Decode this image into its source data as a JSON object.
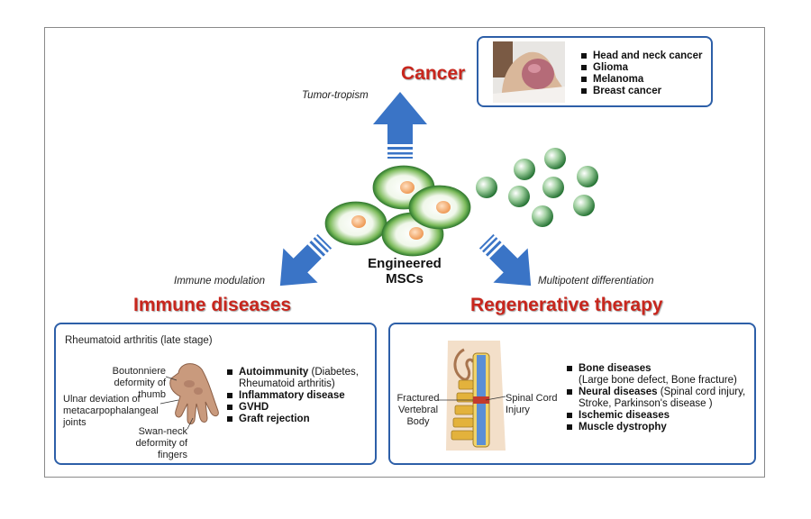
{
  "center": {
    "line1": "Engineered",
    "line2": "MSCs"
  },
  "cancer": {
    "title": "Cancer",
    "pathway": "Tumor-tropism",
    "items": [
      "Head and neck cancer",
      "Glioma",
      "Melanoma",
      "Breast cancer"
    ]
  },
  "immune": {
    "title": "Immune diseases",
    "pathway": "Immune modulation",
    "figure_title": "Rheumatoid arthritis (late stage)",
    "annotations": {
      "boutonniere": "Boutonniere deformity of thumb",
      "ulnar": "Ulnar deviation of metacarpophalangeal joints",
      "swan": "Swan-neck deformity of fingers"
    },
    "items": [
      {
        "bold": "Autoimmunity",
        "rest": " (Diabetes,",
        "rest2": "Rheumatoid arthritis)"
      },
      {
        "bold": "Inflammatory disease"
      },
      {
        "bold": "GVHD"
      },
      {
        "bold": "Graft rejection"
      }
    ]
  },
  "regen": {
    "title": "Regenerative therapy",
    "pathway": "Multipotent differentiation",
    "annotations": {
      "fractured": "Fractured Vertebral Body",
      "spinal": "Spinal Cord Injury"
    },
    "items": [
      {
        "bold": "Bone diseases",
        "detail": "(Large bone defect, Bone fracture)"
      },
      {
        "bold": "Neural diseases",
        "rest": " (Spinal cord injury,",
        "detail": "Stroke, Parkinson's disease )"
      },
      {
        "bold": "Ischemic diseases"
      },
      {
        "bold": "Muscle dystrophy"
      }
    ]
  },
  "colors": {
    "arrow": "#3a74c6",
    "headline": "#c8261d",
    "box_border": "#2d5fa8",
    "cell_green": "#3e9a3e"
  }
}
